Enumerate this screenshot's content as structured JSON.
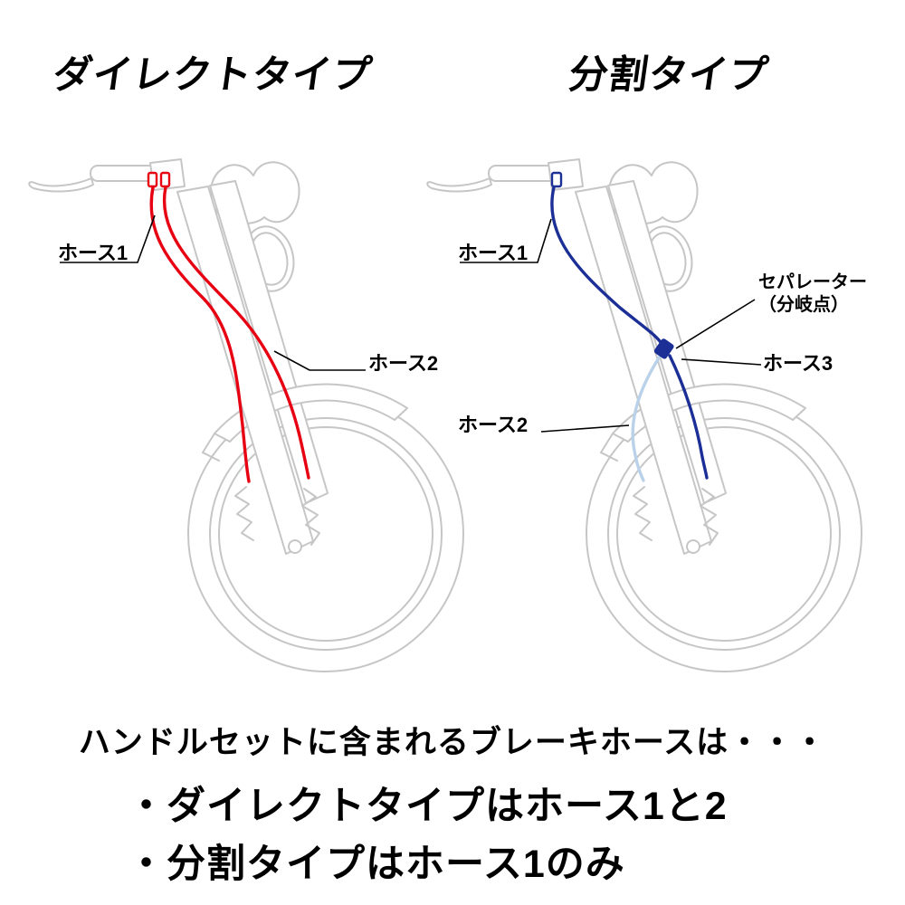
{
  "titles": {
    "direct": "ダイレクトタイプ",
    "split": "分割タイプ"
  },
  "direct_diagram": {
    "labels": {
      "hose1": "ホース1",
      "hose2": "ホース2"
    }
  },
  "split_diagram": {
    "labels": {
      "hose1": "ホース1",
      "hose2": "ホース2",
      "hose3": "ホース3",
      "separator_line1": "セパレーター",
      "separator_line2": "（分岐点）"
    }
  },
  "footer": {
    "intro": "ハンドルセットに含まれるブレーキホースは・・・",
    "bullet_direct": "・ダイレクトタイプはホース1と2",
    "bullet_split": "・分割タイプはホース1のみ"
  },
  "colors": {
    "hose_red": "#e60012",
    "hose_blue": "#1b2f96",
    "hose_blue_light": "#b9d2ea",
    "frame": "#c6c6c6",
    "leader": "#000000",
    "text": "#000000"
  }
}
